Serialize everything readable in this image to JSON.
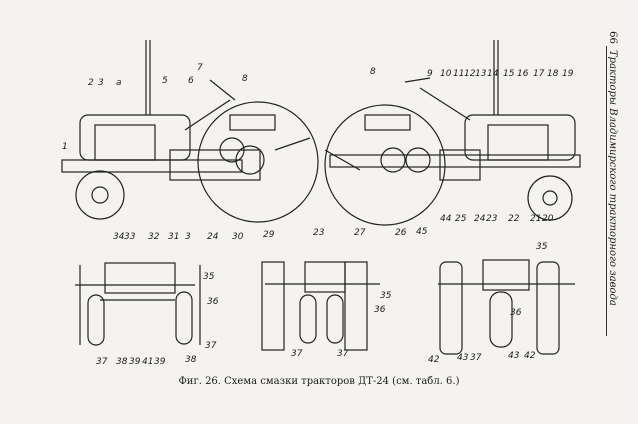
{
  "page": {
    "number": "66",
    "running_head": "Тракторы Владимирского тракторного завода"
  },
  "figure": {
    "caption": "Фиг. 26. Схема смазки тракторов ДТ-24 (см. табл. 6.)",
    "left_view_labels": [
      "2",
      "3",
      "a",
      "5",
      "6",
      "7",
      "8",
      "1",
      "34",
      "33",
      "32",
      "31",
      "3",
      "24",
      "30",
      "29",
      "23"
    ],
    "right_view_labels": [
      "8",
      "9",
      "10",
      "11",
      "12",
      "13",
      "14",
      "15",
      "16",
      "17",
      "18",
      "19",
      "27",
      "26",
      "45",
      "44",
      "25",
      "24",
      "23",
      "22",
      "21",
      "20"
    ],
    "front_view_1_labels": [
      "35",
      "36",
      "37",
      "38",
      "39",
      "41",
      "39",
      "38",
      "37"
    ],
    "front_view_2_labels": [
      "35",
      "36",
      "37",
      "37"
    ],
    "front_view_3_labels": [
      "35",
      "36",
      "42",
      "43",
      "37",
      "43",
      "42"
    ]
  }
}
